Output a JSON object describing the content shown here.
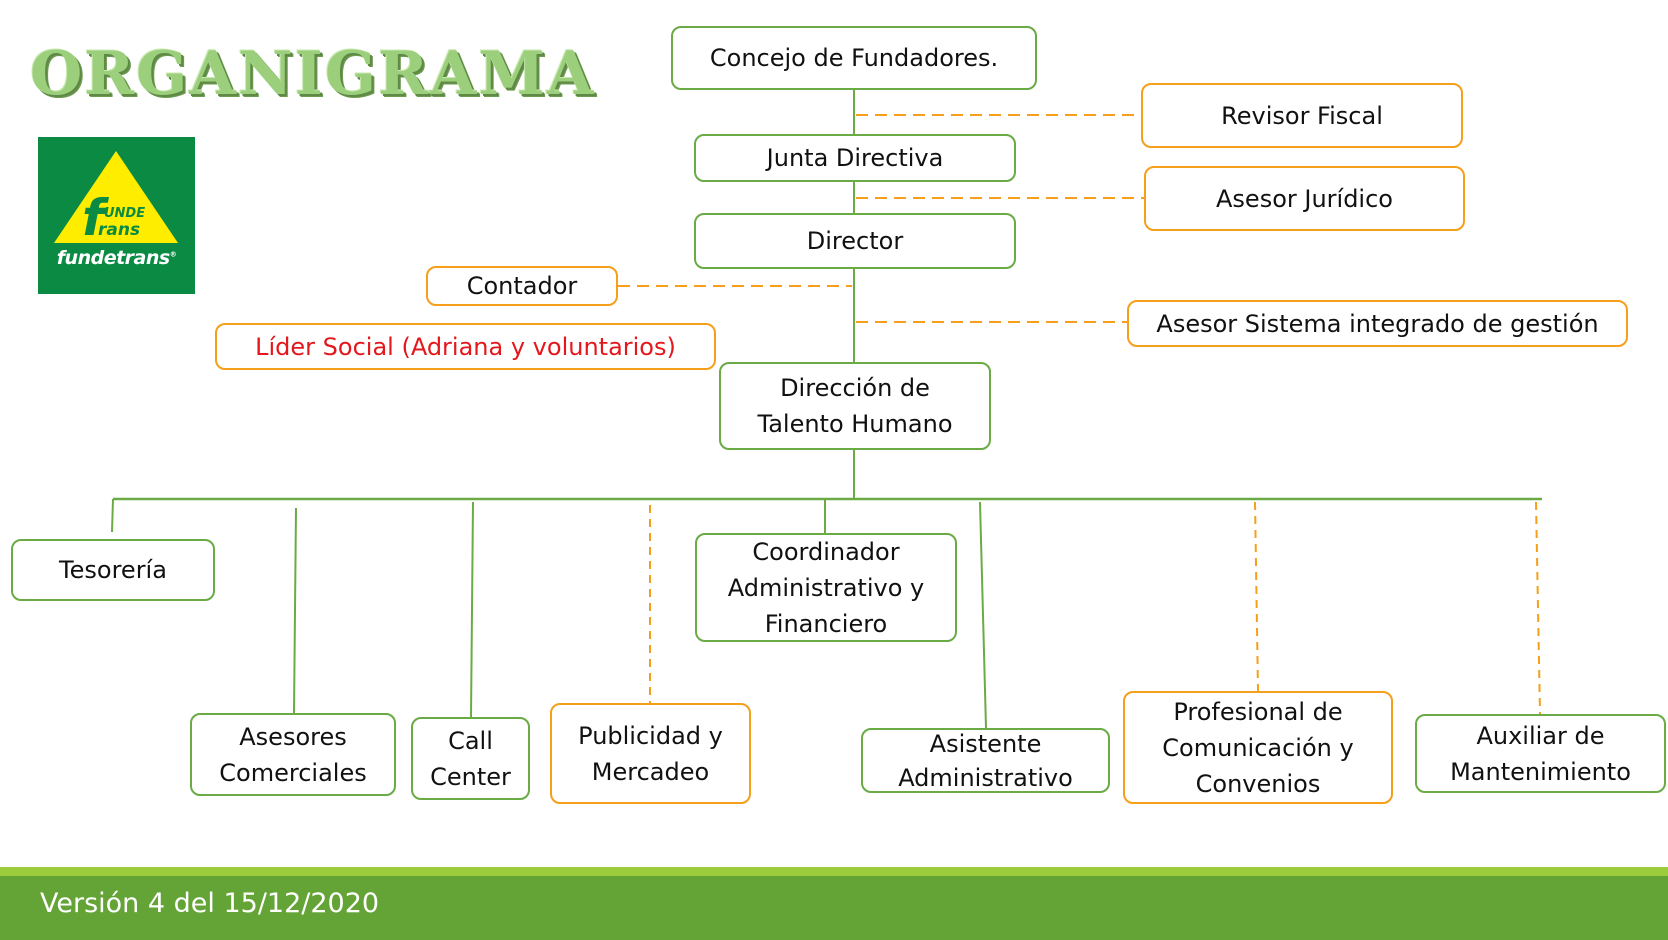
{
  "title": "ORGANIGRAMA",
  "logo": {
    "mark_top": "UNDE",
    "mark_bottom": "rans",
    "mark_initial": "f",
    "brand": "fundetrans",
    "registered": "®"
  },
  "colors": {
    "primary_border": "#6aab45",
    "support_border": "#f59f1a",
    "highlight_text": "#e3171c",
    "footer": "#64a437",
    "footer_strip": "#9ccb3b"
  },
  "nodes": {
    "concejo": "Concejo de Fundadores.",
    "revisor_fiscal": "Revisor Fiscal",
    "junta_directiva": "Junta Directiva",
    "asesor_juridico": "Asesor Jurídico",
    "director": "Director",
    "contador": "Contador",
    "asesor_sig": "Asesor Sistema integrado de gestión",
    "lider_social": "Líder Social (Adriana y voluntarios)",
    "direccion_th": [
      "Dirección de",
      "Talento Humano"
    ],
    "tesoreria": "Tesorería",
    "coordinador": [
      "Coordinador",
      "Administrativo y",
      "Financiero"
    ],
    "asesores_comerciales": [
      "Asesores",
      "Comerciales"
    ],
    "call_center": [
      "Call",
      "Center"
    ],
    "publicidad": [
      "Publicidad y",
      "Mercadeo"
    ],
    "asistente": [
      "Asistente",
      "Administrativo"
    ],
    "profesional": [
      "Profesional de",
      "Comunicación y",
      "Convenios"
    ],
    "auxiliar": [
      "Auxiliar de",
      "Mantenimiento"
    ]
  },
  "footer": {
    "version": "Versión 4 del 15/12/2020"
  }
}
